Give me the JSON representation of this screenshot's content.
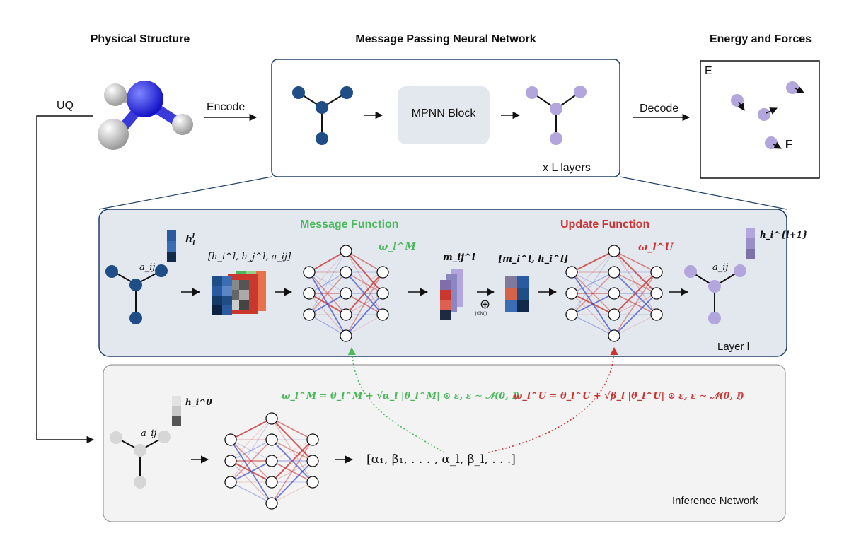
{
  "headers": {
    "physical": "Physical Structure",
    "mpnn": "Message Passing Neural Network",
    "energy": "Energy and Forces"
  },
  "arrows": {
    "uq": "UQ",
    "encode": "Encode",
    "decode": "Decode"
  },
  "mpnn_box": {
    "block": "MPNN Block",
    "layers": "x L layers"
  },
  "energy_box": {
    "e": "E",
    "f": "F"
  },
  "layer_panel": {
    "message_title": "Message Function",
    "update_title": "Update Function",
    "layer_label": "Layer l",
    "h_i": "h",
    "h_i_sub": "i",
    "h_i_sup": "l",
    "concat_in": "[h_i^l, h_j^l, a_ij]",
    "omega_m": "ω_l^M",
    "m_ij": "m_ij^l",
    "concat_update": "[m_i^l, h_i^l]",
    "omega_u": "ω_l^U",
    "h_next": "h_i^{l+1}",
    "a_ij": "a_ij",
    "oplus": "⊕",
    "oplus_sub": "j∈N(i)"
  },
  "inference": {
    "title": "Inference Network",
    "h0": "h_i^0",
    "a_ij": "a_ij",
    "params": "[α₁, β₁, . . . , α_l, β_l, . . .]",
    "eq_m": "ω_l^M = θ_l^M + √α_l |θ_l^M| ⊙ ε,  ε ∼ 𝒩(0, 𝕀)",
    "eq_u": "ω_l^U = θ_l^U + √β_l |θ_l^U| ⊙ ε,  ε ∼ 𝒩(0, 𝕀)"
  },
  "colors": {
    "node_blue": "#1f4e87",
    "node_purple": "#b3a6dc",
    "node_gray": "#d6d6d6",
    "green": "#4cb85c",
    "red": "#cc3333",
    "panel_fill": "#e3e8ef",
    "panel_border": "#1f3f66",
    "inference_fill": "#f3f3f3"
  }
}
